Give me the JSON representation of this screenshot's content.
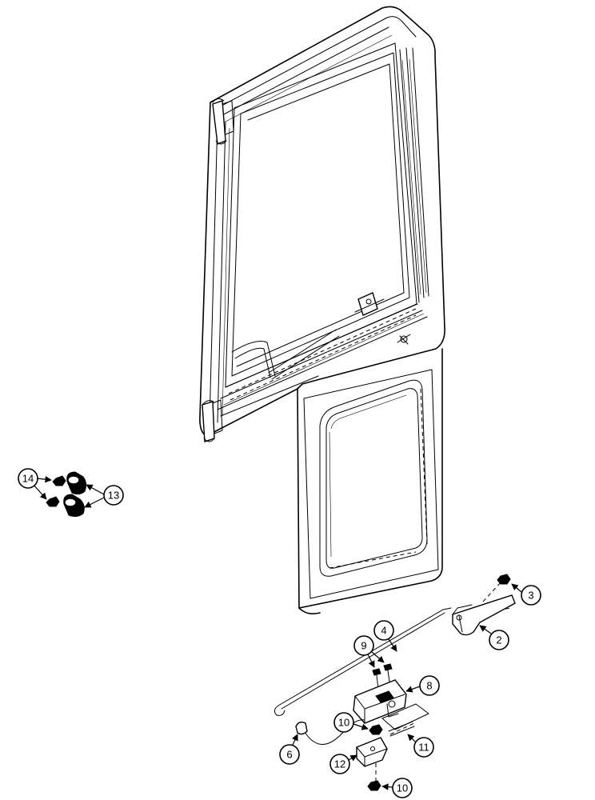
{
  "callouts": {
    "c2": "2",
    "c3": "3",
    "c4": "4",
    "c6": "6",
    "c8": "8",
    "c9": "9",
    "c10a": "10",
    "c10b": "10",
    "c11": "11",
    "c12": "12",
    "c13": "13",
    "c14": "14"
  }
}
